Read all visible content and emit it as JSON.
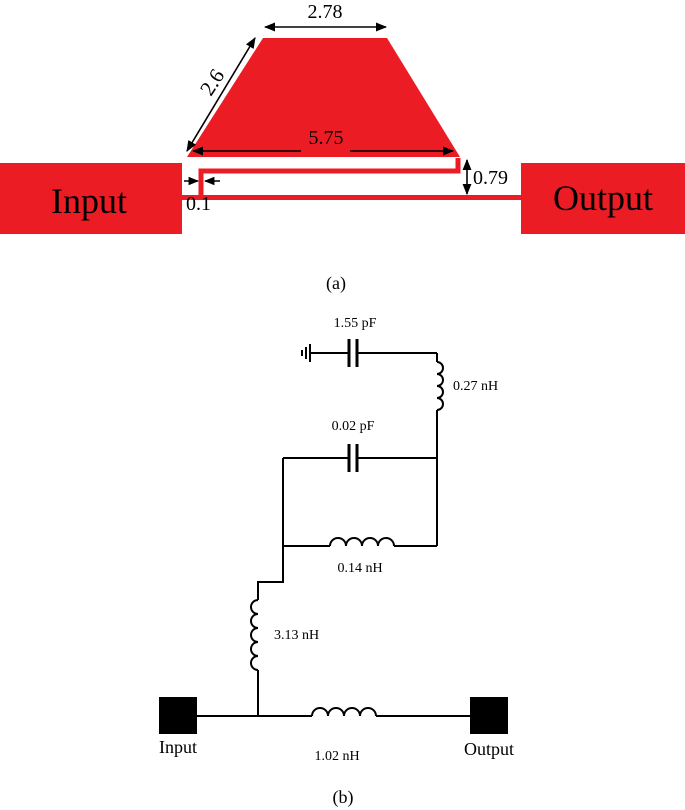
{
  "colors": {
    "trace": "#ec1c24",
    "wire": "#000000",
    "background": "#ffffff"
  },
  "layout_a": {
    "input_label": "Input",
    "output_label": "Output",
    "dim_top": "2.78",
    "dim_side": "2.6",
    "dim_base": "5.75",
    "dim_height": "0.79",
    "dim_gap": "0.1",
    "caption": "(a)"
  },
  "circuit_b": {
    "c_ground": "1.55 pF",
    "l_top": "0.27 nH",
    "c_parallel": "0.02 pF",
    "l_parallel": "0.14 nH",
    "l_vertical": "3.13 nH",
    "l_series": "1.02 nH",
    "input_label": "Input",
    "output_label": "Output",
    "ground_icon": "ground-icon",
    "caption": "(b)"
  }
}
